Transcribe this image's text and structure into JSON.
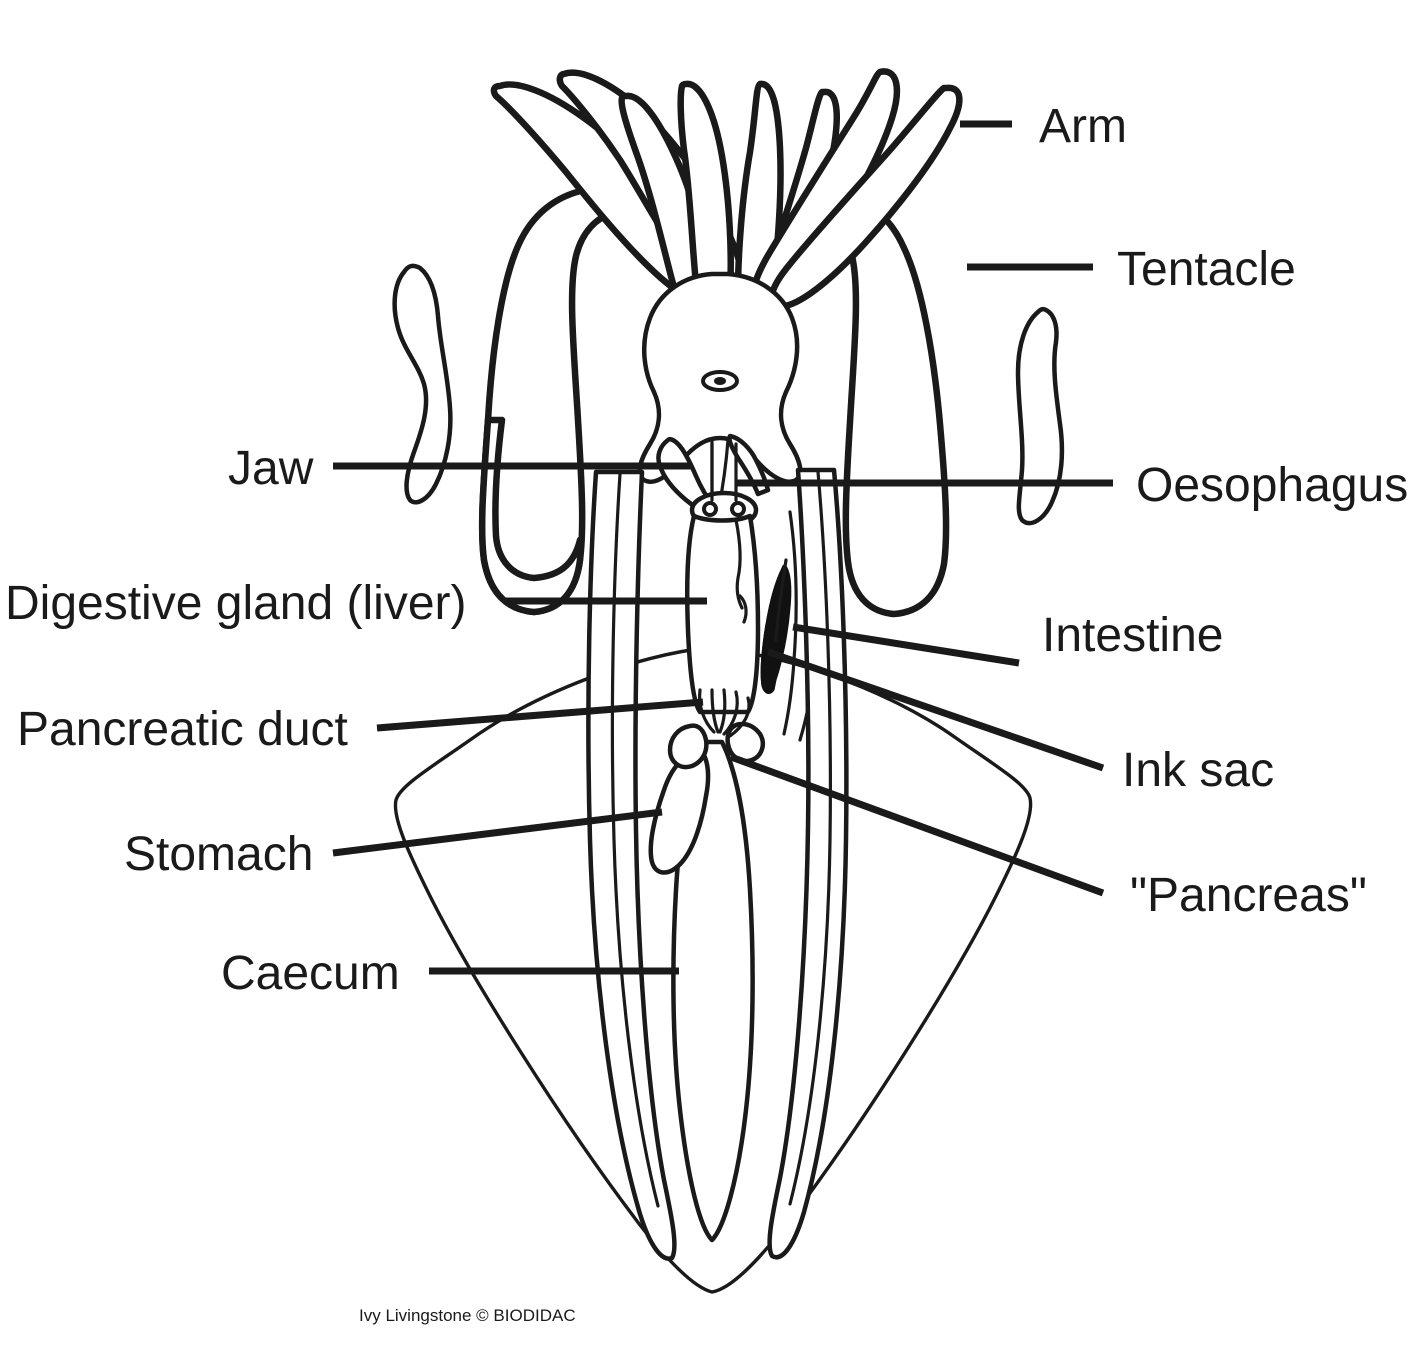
{
  "figure": {
    "title": "Squid digestive system anatomy diagram",
    "subject": "squid",
    "view": "ventral dissection, mantle opened",
    "style": "black and white line drawing with stipple shading",
    "background_color": "#ffffff",
    "line_color": "#1a1a1a"
  },
  "credit": {
    "text": "Ivy Livingstone © BIODIDAC"
  },
  "labels": {
    "arm": "Arm",
    "tentacle": "Tentacle",
    "jaw": "Jaw",
    "oesophagus": "Oesophagus",
    "digestive_gland": "Digestive gland (liver)",
    "intestine": "Intestine",
    "pancreatic_duct": "Pancreatic duct",
    "ink_sac": "Ink sac",
    "stomach": "Stomach",
    "pancreas": "\"Pancreas\"",
    "caecum": "Caecum"
  },
  "label_list": [
    {
      "id": "arm",
      "text": "Arm",
      "side": "right"
    },
    {
      "id": "tentacle",
      "text": "Tentacle",
      "side": "right"
    },
    {
      "id": "jaw",
      "text": "Jaw",
      "side": "left"
    },
    {
      "id": "oesophagus",
      "text": "Oesophagus",
      "side": "right"
    },
    {
      "id": "digestive-gland",
      "text": "Digestive gland (liver)",
      "side": "left"
    },
    {
      "id": "intestine",
      "text": "Intestine",
      "side": "right"
    },
    {
      "id": "pancreatic-duct",
      "text": "Pancreatic duct",
      "side": "left"
    },
    {
      "id": "ink-sac",
      "text": "Ink sac",
      "side": "right"
    },
    {
      "id": "stomach",
      "text": "Stomach",
      "side": "left"
    },
    {
      "id": "pancreas",
      "text": "\"Pancreas\"",
      "side": "right"
    },
    {
      "id": "caecum",
      "text": "Caecum",
      "side": "left"
    }
  ]
}
